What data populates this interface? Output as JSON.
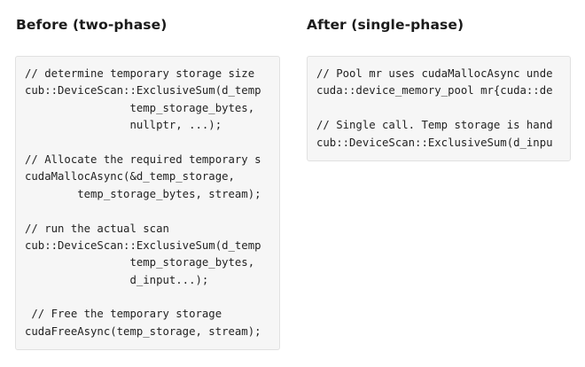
{
  "before": {
    "heading": "Before (two-phase)",
    "lines": [
      "// determine temporary storage size",
      "cub::DeviceScan::ExclusiveSum(d_temp",
      "                temp_storage_bytes,",
      "                nullptr, ...);",
      "",
      "// Allocate the required temporary s",
      "cudaMallocAsync(&d_temp_storage,",
      "        temp_storage_bytes, stream);",
      "",
      "// run the actual scan",
      "cub::DeviceScan::ExclusiveSum(d_temp",
      "                temp_storage_bytes,",
      "                d_input...);",
      "",
      " // Free the temporary storage",
      "cudaFreeAsync(temp_storage, stream);"
    ]
  },
  "after": {
    "heading": "After (single-phase)",
    "lines": [
      "// Pool mr uses cudaMallocAsync unde",
      "cuda::device_memory_pool mr{cuda::de",
      "",
      "// Single call. Temp storage is hand",
      "cub::DeviceScan::ExclusiveSum(d_inpu"
    ]
  }
}
